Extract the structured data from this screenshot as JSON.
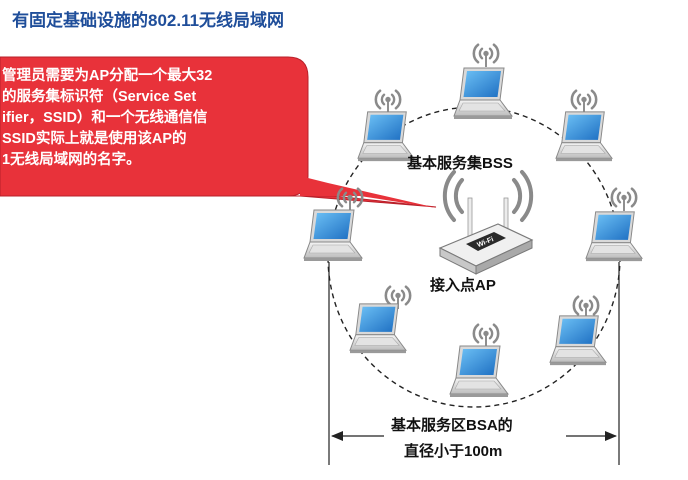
{
  "title": "有固定基础设施的802.11无线局域网",
  "callout": {
    "lines": [
      "管理员需要为AP分配一个最大32",
      "的服务集标识符（Service Set",
      "ifier，SSID）和一个无线通信信",
      "SSID实际上就是使用该AP的",
      "1无线局域网的名字。"
    ],
    "color": "#e8323a"
  },
  "labels": {
    "bss": "基本服务集BSS",
    "access_point": "接入点AP",
    "bsa_line1": "基本服务区BSA的",
    "bsa_line2": "直径小于100m"
  },
  "router": {
    "badge": "Wi-Fi"
  },
  "icons": {
    "laptop": "laptop-icon",
    "wireless": "wifi-signal-icon",
    "router": "wireless-router-icon"
  },
  "colors": {
    "title": "#1f4e9a",
    "laptop_screen": "#2e86d4",
    "signal": "#8a8a8a"
  }
}
